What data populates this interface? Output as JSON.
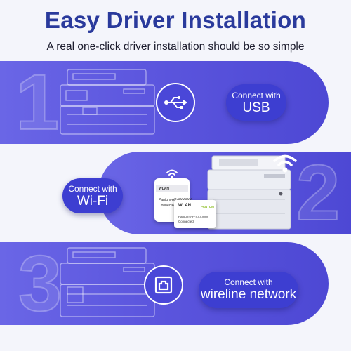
{
  "header": {
    "title": "Easy Driver Installation",
    "subtitle": "A real one-click driver installation should be so simple"
  },
  "steps": [
    {
      "number": "1",
      "connect_label": "Connect with",
      "method": "USB",
      "icon": "usb-icon"
    },
    {
      "number": "2",
      "connect_label": "Connect with",
      "method": "Wi-Fi",
      "icon": "wifi-icon"
    },
    {
      "number": "3",
      "connect_label": "Connect with",
      "method": "wireline network",
      "icon": "ethernet-port-icon"
    }
  ],
  "wifi_screen": {
    "phone_title": "WLAN",
    "card_title": "WLAN",
    "card_network": "Pantum-AP-XXXXXX",
    "card_status": "Connected"
  },
  "colors": {
    "title": "#2a3a9c",
    "band": "#5c56de",
    "pill": "#3d3ed1",
    "background": "#f4f5fb"
  }
}
